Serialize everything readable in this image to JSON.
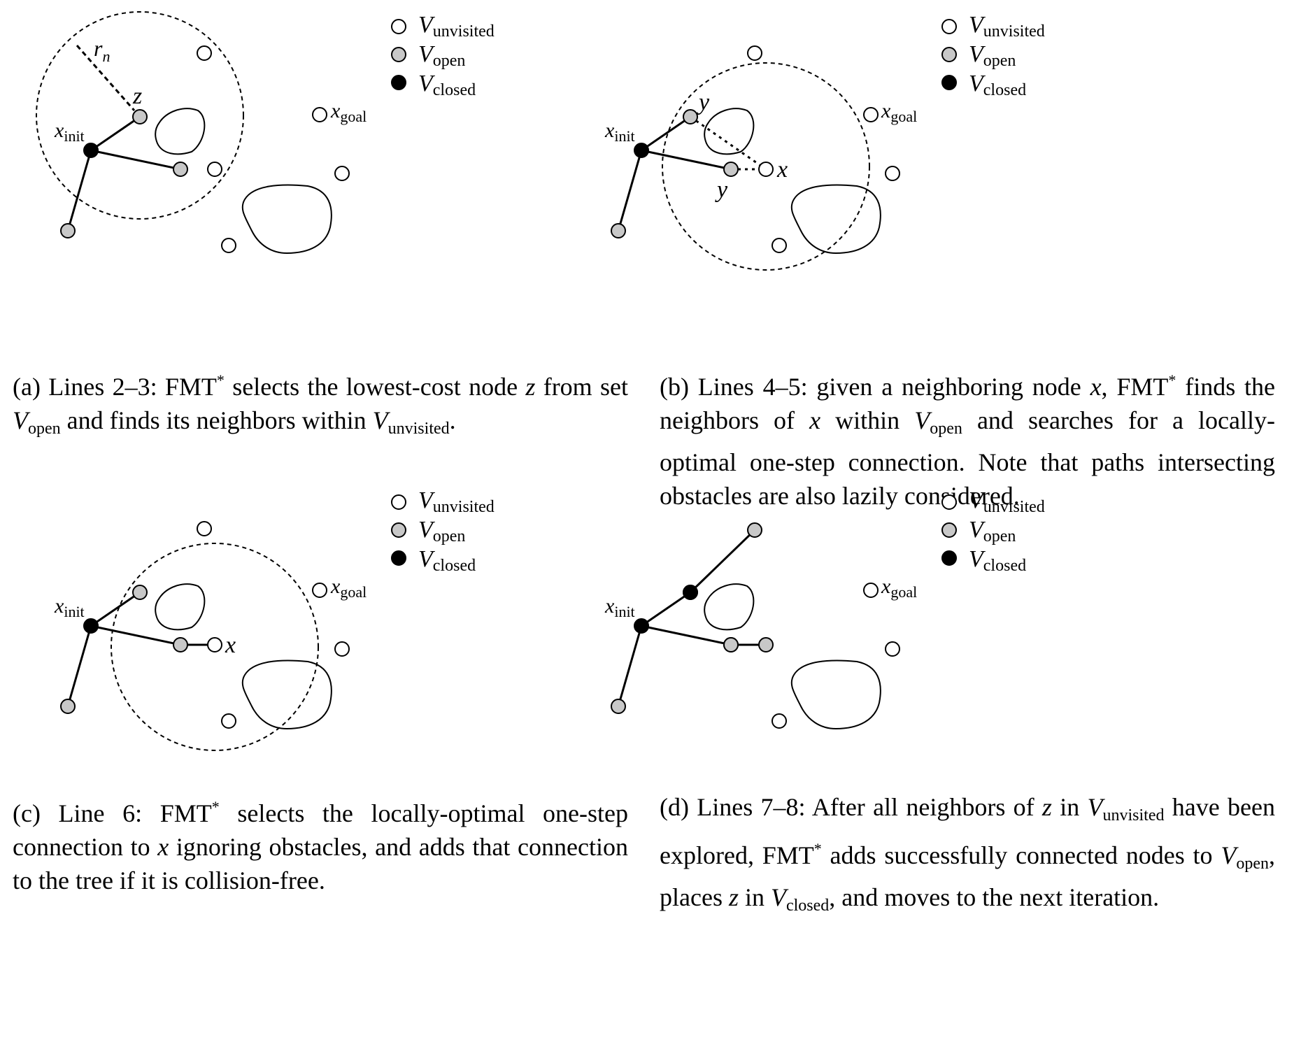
{
  "labels": {
    "x_init": "x",
    "init_sub": "init",
    "x_goal": "x",
    "goal_sub": "goal",
    "r_n": "r",
    "n_sub": "n",
    "z": "z",
    "x": "x",
    "y": "y"
  },
  "legend": {
    "v": "V",
    "unvisited": "unvisited",
    "open": "open",
    "closed": "closed"
  },
  "captions": {
    "a": {
      "p1": "(a) Lines 2–3: FMT",
      "p2": " selects the lowest-cost node ",
      "p3": "z",
      "p4": " from set ",
      "p5": "V",
      "p6": "open",
      "p7": " and finds its neighbors within ",
      "p8": "V",
      "p9": "unvisited",
      "p10": "."
    },
    "b": {
      "p1": "(b) Lines 4–5: given a neighboring node ",
      "p2": "x",
      "p3": ", FMT",
      "p4": " finds the neighbors of ",
      "p5": "x",
      "p6": " within ",
      "p7": "V",
      "p8": "open",
      "p9": " and searches for a locally-optimal one-step connection. Note that paths intersecting obstacles are also lazily considered."
    },
    "c": {
      "p1": "(c) Line 6: FMT",
      "p2": " selects the locally-optimal one-step connection to ",
      "p3": "x",
      "p4": " ignoring obstacles, and adds that connection to the tree if it is collision-free."
    },
    "d": {
      "p1": "(d) Lines 7–8: After all neighbors of ",
      "p2": "z",
      "p3": " in ",
      "p4": "V",
      "p5": "unvisited",
      "p6": " have been explored, FMT",
      "p7": " adds successfully connected nodes to ",
      "p8": "V",
      "p9": "open",
      "p10": ", places ",
      "p11": "z",
      "p12": " in ",
      "p13": "V",
      "p14": "closed",
      "p15": ", and moves to the next iteration."
    },
    "star": "*"
  },
  "colors": {
    "open": "#c8c8c8",
    "closed": "#000000",
    "unvisited": "#ffffff",
    "stroke": "#000000"
  }
}
